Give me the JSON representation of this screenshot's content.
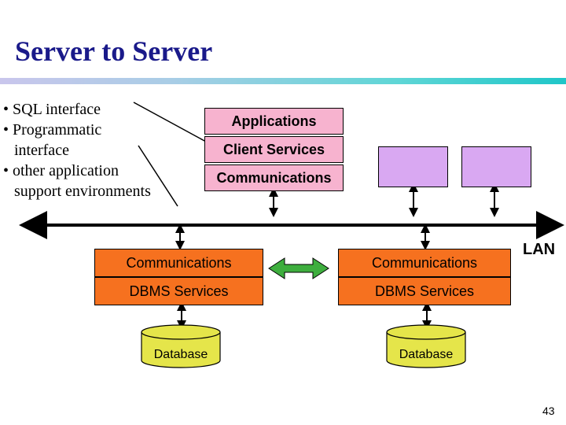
{
  "title": "Server to Server",
  "bullets": [
    "• SQL interface",
    "• Programmatic",
    "interface",
    "• other application",
    "support environments"
  ],
  "client_stack": {
    "applications": "Applications",
    "client_services": "Client Services",
    "communications": "Communications"
  },
  "servers": [
    {
      "communications": "Communications",
      "dbms": "DBMS Services",
      "database": "Database"
    },
    {
      "communications": "Communications",
      "dbms": "DBMS Services",
      "database": "Database"
    }
  ],
  "lan_label": "LAN",
  "page_number": "43",
  "colors": {
    "title": "#1a1a8a",
    "client_box": "#f7b3cf",
    "node_box": "#d9a8f2",
    "server_box": "#f6711f",
    "database": "#e5e54a",
    "link_arrow": "#3eae3e"
  }
}
